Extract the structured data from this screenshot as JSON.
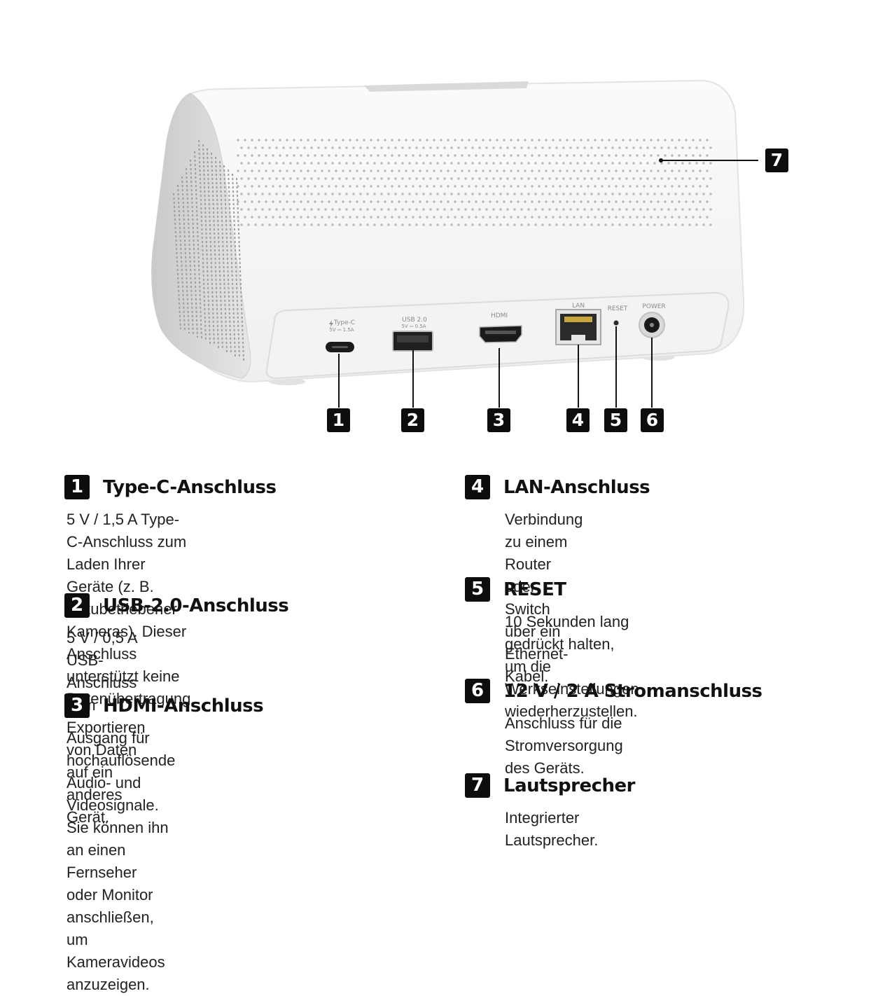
{
  "device": {
    "port_labels": {
      "typec": "Type-C",
      "typec_spec": "5V ⎓ 1.5A",
      "usb": "USB 2.0",
      "usb_spec": "5V ⎓ 0.5A",
      "hdmi": "HDMI",
      "lan": "LAN",
      "reset": "RESET",
      "power": "POWER"
    },
    "colors": {
      "body": "#f7f7f7",
      "side": "#dcdcdc",
      "badge": "#0d0d0d"
    }
  },
  "callouts": [
    "1",
    "2",
    "3",
    "4",
    "5",
    "6",
    "7"
  ],
  "sections": [
    {
      "num": "1",
      "title": "Type-C-Anschluss",
      "desc": "5 V / 1,5 A Type-C-Anschluss zum Laden Ihrer\nGeräte (z. B. akkubetriebener Kameras). Dieser\nAnschluss unterstützt keine Datenübertragung."
    },
    {
      "num": "2",
      "title": "USB-2.0-Anschluss",
      "desc": "5 V / 0,5 A USB-Anschluss zum Exportieren\nvon Daten auf ein anderes Gerät."
    },
    {
      "num": "3",
      "title": "HDMI-Anschluss",
      "desc": "Ausgang für hochauflösende Audio- und\nVideosignale. Sie können ihn an einen Fernseher\noder Monitor anschließen, um Kameravideos\nanzuzeigen."
    },
    {
      "num": "4",
      "title": "LAN-Anschluss",
      "desc": "Verbindung zu einem Router oder Switch\nüber ein Ethernet-Kabel."
    },
    {
      "num": "5",
      "title": "RESET",
      "desc": "10 Sekunden lang gedrückt halten, um die\nWerkseinstellungen wiederherzustellen."
    },
    {
      "num": "6",
      "title": "12 V / 2 A Stromanschluss",
      "desc": "Anschluss für die Stromversorgung\ndes Geräts."
    },
    {
      "num": "7",
      "title": "Lautsprecher",
      "desc": "Integrierter Lautsprecher."
    }
  ]
}
